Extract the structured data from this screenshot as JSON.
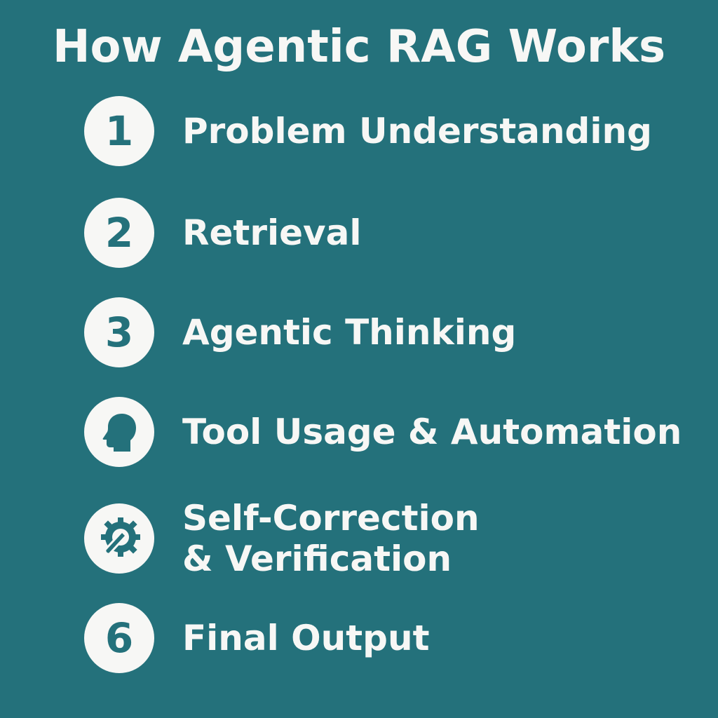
{
  "title": "How Agentic RAG Works",
  "steps": [
    {
      "marker": "1",
      "icon": "number-icon",
      "label": "Problem Understanding"
    },
    {
      "marker": "2",
      "icon": "number-icon",
      "label": "Retrieval"
    },
    {
      "marker": "3",
      "icon": "number-icon",
      "label": "Agentic Thinking"
    },
    {
      "marker": "",
      "icon": "head-profile-icon",
      "label": "Tool Usage & Automation"
    },
    {
      "marker": "",
      "icon": "gear-wrench-icon",
      "label_line1": "Self-Correction",
      "label_line2": "& Verification"
    },
    {
      "marker": "6",
      "icon": "number-icon",
      "label": "Final Output"
    }
  ],
  "colors": {
    "background": "#24717b",
    "foreground": "#f7f7f5"
  }
}
